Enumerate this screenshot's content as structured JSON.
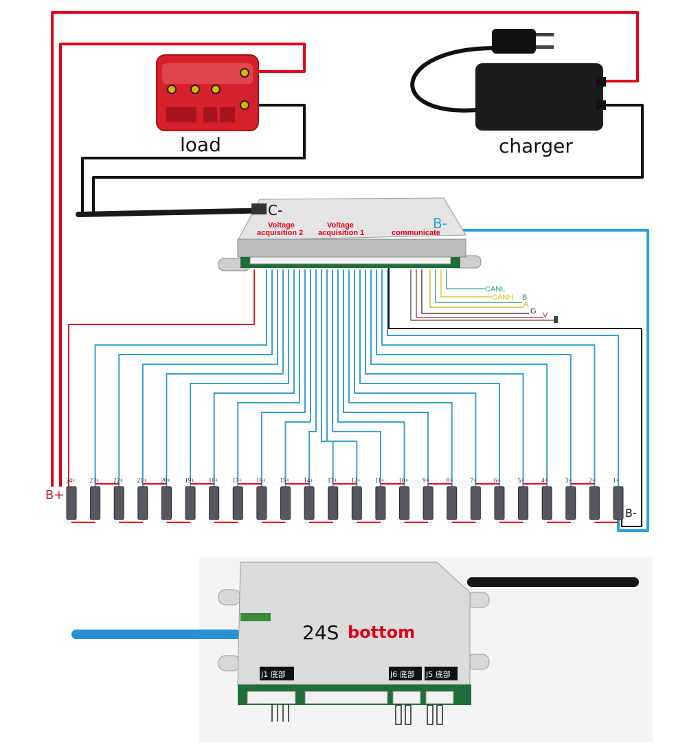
{
  "labels": {
    "load": "load",
    "charger": "charger",
    "c_minus": "C-",
    "b_minus_top": "B-",
    "b_plus": "B+",
    "b_minus_bottom": "B-",
    "voltage_acq_2_line1": "Voltage",
    "voltage_acq_2_line2": "acquisition 2",
    "voltage_acq_1_line1": "Voltage",
    "voltage_acq_1_line2": "acquisition 1",
    "communicate": "communicate",
    "pin_canl": "CANL",
    "pin_canh": "CANH",
    "pin_b": "B",
    "pin_a": "A",
    "pin_g": "G",
    "pin_v": "V",
    "board_title": "24S",
    "board_subtitle": "bottom",
    "j1": "J1 底部",
    "j6": "J6 底部",
    "j5": "J5 底部"
  },
  "cells": [
    "24+",
    "23+",
    "22+",
    "21+",
    "20+",
    "19+",
    "18+",
    "17+",
    "16+",
    "15+",
    "14+",
    "13+",
    "12+",
    "11+",
    "10+",
    "9+",
    "8+",
    "7+",
    "6+",
    "5+",
    "4+",
    "3+",
    "2+",
    "1+"
  ],
  "colors": {
    "red_wire": "#e3001b",
    "black_wire": "#111111",
    "blue_wire": "#2b9fd9",
    "sense_wire": "#3aa0d0",
    "load_body": "#d6202a",
    "charger_body": "#1c1c1c",
    "bms_body": "#d9d9d9"
  }
}
